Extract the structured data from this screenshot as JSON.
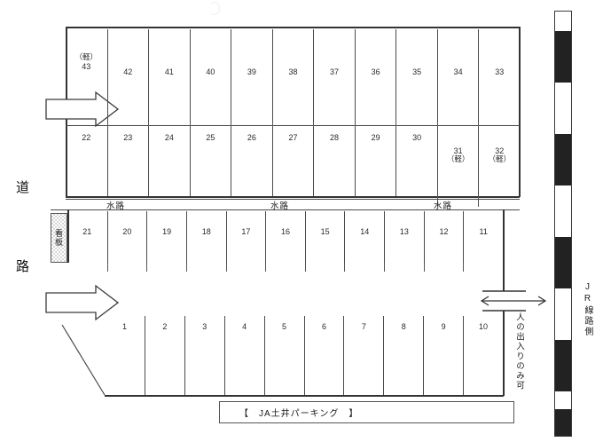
{
  "title_caption": "【　JA土井パーキング　】",
  "left_road_label": {
    "char1": "道",
    "char2": "路"
  },
  "right_rail_label": "JR線路側",
  "signboard_label": "看板",
  "pedestrian_note": "人の出入りのみ可",
  "waterway_label": "水路",
  "waterway_labels": [
    "水路",
    "水路",
    "水路"
  ],
  "kei_mark": "（軽）",
  "rows": {
    "row1": {
      "name": "top-row",
      "stalls": [
        {
          "number": "43",
          "kei": "（軽）",
          "kei_above": true
        },
        {
          "number": "42",
          "kei": ""
        },
        {
          "number": "41",
          "kei": ""
        },
        {
          "number": "40",
          "kei": ""
        },
        {
          "number": "39",
          "kei": ""
        },
        {
          "number": "38",
          "kei": ""
        },
        {
          "number": "37",
          "kei": ""
        },
        {
          "number": "36",
          "kei": ""
        },
        {
          "number": "35",
          "kei": ""
        },
        {
          "number": "34",
          "kei": ""
        },
        {
          "number": "33",
          "kei": ""
        }
      ]
    },
    "row2": {
      "name": "second-row",
      "stalls": [
        {
          "number": "22",
          "kei": ""
        },
        {
          "number": "23",
          "kei": ""
        },
        {
          "number": "24",
          "kei": ""
        },
        {
          "number": "25",
          "kei": ""
        },
        {
          "number": "26",
          "kei": ""
        },
        {
          "number": "27",
          "kei": ""
        },
        {
          "number": "28",
          "kei": ""
        },
        {
          "number": "29",
          "kei": ""
        },
        {
          "number": "30",
          "kei": ""
        },
        {
          "number": "31",
          "kei": "（軽）"
        },
        {
          "number": "32",
          "kei": "（軽）"
        }
      ]
    },
    "row3": {
      "name": "third-row",
      "stalls": [
        {
          "number": "21",
          "kei": ""
        },
        {
          "number": "20",
          "kei": ""
        },
        {
          "number": "19",
          "kei": ""
        },
        {
          "number": "18",
          "kei": ""
        },
        {
          "number": "17",
          "kei": ""
        },
        {
          "number": "16",
          "kei": ""
        },
        {
          "number": "15",
          "kei": ""
        },
        {
          "number": "14",
          "kei": ""
        },
        {
          "number": "13",
          "kei": ""
        },
        {
          "number": "12",
          "kei": ""
        },
        {
          "number": "11",
          "kei": ""
        }
      ]
    },
    "row4": {
      "name": "bottom-row",
      "stalls": [
        {
          "number": "1",
          "kei": ""
        },
        {
          "number": "2",
          "kei": ""
        },
        {
          "number": "3",
          "kei": ""
        },
        {
          "number": "4",
          "kei": ""
        },
        {
          "number": "5",
          "kei": ""
        },
        {
          "number": "6",
          "kei": ""
        },
        {
          "number": "7",
          "kei": ""
        },
        {
          "number": "8",
          "kei": ""
        },
        {
          "number": "9",
          "kei": ""
        },
        {
          "number": "10",
          "kei": ""
        }
      ]
    }
  },
  "arrows": {
    "entry_arrow_top": "entry-direction-arrow",
    "entry_arrow_bottom": "entry-direction-arrow",
    "vehicle_gap_arrow": "vehicle-gap-double-arrow"
  },
  "colors": {
    "line": "#4a4a4a",
    "line_strong": "#333333",
    "text": "#1b1b1b",
    "rail_dark": "#222222",
    "rail_light": "#ffffff",
    "signboard_fill": "#d8d8d8"
  }
}
